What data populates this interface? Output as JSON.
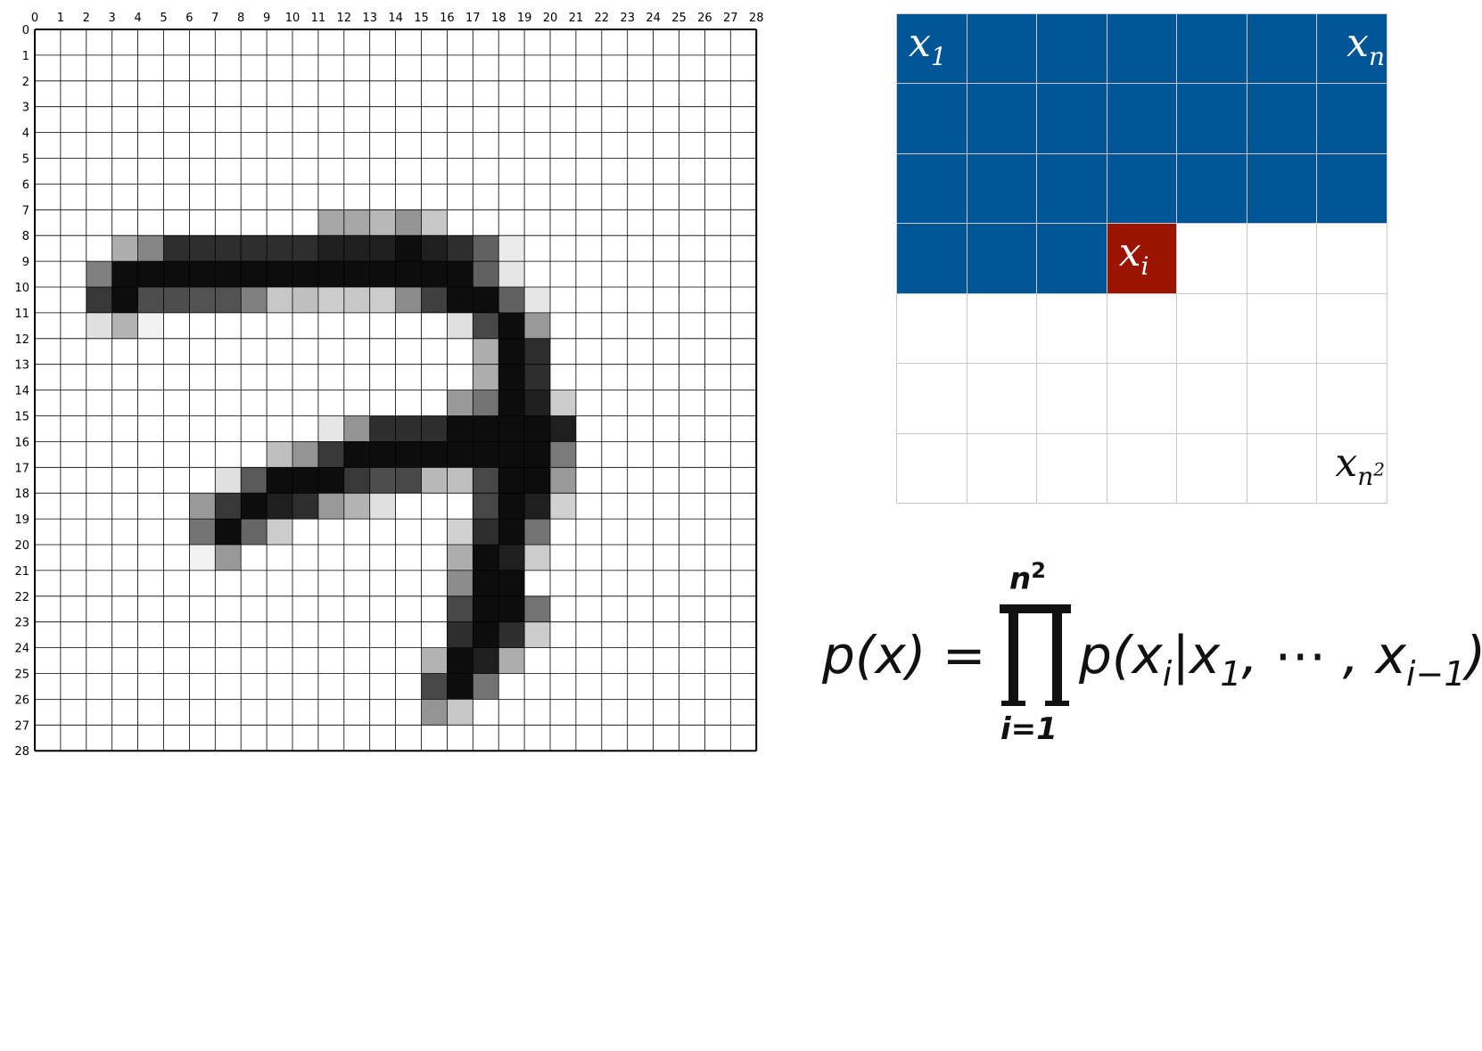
{
  "pixel_grid": {
    "x_ticks": [
      "0",
      "1",
      "2",
      "3",
      "4",
      "5",
      "6",
      "7",
      "8",
      "9",
      "10",
      "11",
      "12",
      "13",
      "14",
      "15",
      "16",
      "17",
      "18",
      "19",
      "20",
      "21",
      "22",
      "23",
      "24",
      "25",
      "26",
      "27",
      "28"
    ],
    "y_ticks": [
      "0",
      "1",
      "2",
      "3",
      "4",
      "5",
      "6",
      "7",
      "8",
      "9",
      "10",
      "11",
      "12",
      "13",
      "14",
      "15",
      "16",
      "17",
      "18",
      "19",
      "20",
      "21",
      "22",
      "23",
      "24",
      "25",
      "26",
      "27",
      "28"
    ],
    "pixels": [
      [
        7,
        11,
        0.35
      ],
      [
        7,
        12,
        0.35
      ],
      [
        7,
        13,
        0.28
      ],
      [
        7,
        14,
        0.42
      ],
      [
        7,
        15,
        0.22
      ],
      [
        8,
        3,
        0.32
      ],
      [
        8,
        4,
        0.48
      ],
      [
        8,
        5,
        0.82
      ],
      [
        8,
        6,
        0.82
      ],
      [
        8,
        7,
        0.82
      ],
      [
        8,
        8,
        0.82
      ],
      [
        8,
        9,
        0.82
      ],
      [
        8,
        10,
        0.82
      ],
      [
        8,
        11,
        0.88
      ],
      [
        8,
        12,
        0.88
      ],
      [
        8,
        13,
        0.88
      ],
      [
        8,
        14,
        0.95
      ],
      [
        8,
        15,
        0.88
      ],
      [
        8,
        16,
        0.82
      ],
      [
        8,
        17,
        0.62
      ],
      [
        8,
        18,
        0.08
      ],
      [
        9,
        2,
        0.5
      ],
      [
        9,
        3,
        0.95
      ],
      [
        9,
        4,
        0.95
      ],
      [
        9,
        5,
        0.95
      ],
      [
        9,
        6,
        0.95
      ],
      [
        9,
        7,
        0.95
      ],
      [
        9,
        8,
        0.95
      ],
      [
        9,
        9,
        0.95
      ],
      [
        9,
        10,
        0.95
      ],
      [
        9,
        11,
        0.95
      ],
      [
        9,
        12,
        0.95
      ],
      [
        9,
        13,
        0.95
      ],
      [
        9,
        14,
        0.95
      ],
      [
        9,
        15,
        0.95
      ],
      [
        9,
        16,
        0.95
      ],
      [
        9,
        17,
        0.62
      ],
      [
        9,
        18,
        0.1
      ],
      [
        10,
        2,
        0.78
      ],
      [
        10,
        3,
        0.95
      ],
      [
        10,
        4,
        0.7
      ],
      [
        10,
        5,
        0.7
      ],
      [
        10,
        6,
        0.68
      ],
      [
        10,
        7,
        0.68
      ],
      [
        10,
        8,
        0.5
      ],
      [
        10,
        9,
        0.22
      ],
      [
        10,
        10,
        0.25
      ],
      [
        10,
        11,
        0.2
      ],
      [
        10,
        12,
        0.22
      ],
      [
        10,
        13,
        0.2
      ],
      [
        10,
        14,
        0.45
      ],
      [
        10,
        15,
        0.75
      ],
      [
        10,
        16,
        0.95
      ],
      [
        10,
        17,
        0.95
      ],
      [
        10,
        18,
        0.62
      ],
      [
        10,
        19,
        0.1
      ],
      [
        11,
        2,
        0.12
      ],
      [
        11,
        3,
        0.3
      ],
      [
        11,
        4,
        0.05
      ],
      [
        11,
        16,
        0.12
      ],
      [
        11,
        17,
        0.72
      ],
      [
        11,
        18,
        0.95
      ],
      [
        11,
        19,
        0.4
      ],
      [
        12,
        17,
        0.32
      ],
      [
        12,
        18,
        0.95
      ],
      [
        12,
        19,
        0.82
      ],
      [
        13,
        17,
        0.32
      ],
      [
        13,
        18,
        0.95
      ],
      [
        13,
        19,
        0.82
      ],
      [
        14,
        16,
        0.4
      ],
      [
        14,
        17,
        0.55
      ],
      [
        14,
        18,
        0.95
      ],
      [
        14,
        19,
        0.88
      ],
      [
        14,
        20,
        0.2
      ],
      [
        15,
        11,
        0.1
      ],
      [
        15,
        12,
        0.42
      ],
      [
        15,
        13,
        0.82
      ],
      [
        15,
        14,
        0.82
      ],
      [
        15,
        15,
        0.82
      ],
      [
        15,
        16,
        0.95
      ],
      [
        15,
        17,
        0.95
      ],
      [
        15,
        18,
        0.95
      ],
      [
        15,
        19,
        0.95
      ],
      [
        15,
        20,
        0.88
      ],
      [
        16,
        9,
        0.25
      ],
      [
        16,
        10,
        0.42
      ],
      [
        16,
        11,
        0.78
      ],
      [
        16,
        12,
        0.95
      ],
      [
        16,
        13,
        0.95
      ],
      [
        16,
        14,
        0.95
      ],
      [
        16,
        15,
        0.95
      ],
      [
        16,
        16,
        0.95
      ],
      [
        16,
        17,
        0.95
      ],
      [
        16,
        18,
        0.95
      ],
      [
        16,
        19,
        0.95
      ],
      [
        16,
        20,
        0.52
      ],
      [
        17,
        7,
        0.12
      ],
      [
        17,
        8,
        0.65
      ],
      [
        17,
        9,
        0.95
      ],
      [
        17,
        10,
        0.95
      ],
      [
        17,
        11,
        0.95
      ],
      [
        17,
        12,
        0.78
      ],
      [
        17,
        13,
        0.7
      ],
      [
        17,
        14,
        0.72
      ],
      [
        17,
        15,
        0.28
      ],
      [
        17,
        16,
        0.25
      ],
      [
        17,
        17,
        0.72
      ],
      [
        17,
        18,
        0.95
      ],
      [
        17,
        19,
        0.95
      ],
      [
        17,
        20,
        0.4
      ],
      [
        18,
        6,
        0.4
      ],
      [
        18,
        7,
        0.78
      ],
      [
        18,
        8,
        0.95
      ],
      [
        18,
        9,
        0.88
      ],
      [
        18,
        10,
        0.82
      ],
      [
        18,
        11,
        0.4
      ],
      [
        18,
        12,
        0.3
      ],
      [
        18,
        13,
        0.12
      ],
      [
        18,
        17,
        0.72
      ],
      [
        18,
        18,
        0.95
      ],
      [
        18,
        19,
        0.88
      ],
      [
        18,
        20,
        0.18
      ],
      [
        19,
        6,
        0.55
      ],
      [
        19,
        7,
        0.95
      ],
      [
        19,
        8,
        0.6
      ],
      [
        19,
        9,
        0.2
      ],
      [
        19,
        16,
        0.18
      ],
      [
        19,
        17,
        0.82
      ],
      [
        19,
        18,
        0.95
      ],
      [
        19,
        19,
        0.55
      ],
      [
        20,
        6,
        0.05
      ],
      [
        20,
        7,
        0.4
      ],
      [
        20,
        16,
        0.32
      ],
      [
        20,
        17,
        0.95
      ],
      [
        20,
        18,
        0.88
      ],
      [
        20,
        19,
        0.2
      ],
      [
        21,
        16,
        0.45
      ],
      [
        21,
        17,
        0.95
      ],
      [
        21,
        18,
        0.95
      ],
      [
        22,
        16,
        0.72
      ],
      [
        22,
        17,
        0.95
      ],
      [
        22,
        18,
        0.95
      ],
      [
        22,
        19,
        0.55
      ],
      [
        23,
        16,
        0.82
      ],
      [
        23,
        17,
        0.95
      ],
      [
        23,
        18,
        0.82
      ],
      [
        23,
        19,
        0.2
      ],
      [
        24,
        15,
        0.3
      ],
      [
        24,
        16,
        0.95
      ],
      [
        24,
        17,
        0.88
      ],
      [
        24,
        18,
        0.32
      ],
      [
        25,
        15,
        0.72
      ],
      [
        25,
        16,
        0.95
      ],
      [
        25,
        17,
        0.55
      ],
      [
        26,
        15,
        0.42
      ],
      [
        26,
        16,
        0.22
      ]
    ]
  },
  "order_grid": {
    "cols": 7,
    "rows": 7,
    "filled_cells": 24,
    "current_index": 24,
    "colors": {
      "filled": "#005596",
      "current": "#9b1400",
      "empty": "#ffffff",
      "line": "#c9c9c9"
    },
    "labels": {
      "first": {
        "base": "x",
        "sub": "1"
      },
      "row_end": {
        "base": "x",
        "sub": "n"
      },
      "current": {
        "base": "x",
        "sub": "i"
      },
      "last": {
        "base": "x",
        "sub": "n",
        "sup": "2"
      }
    }
  },
  "formula": {
    "lhs": "p(x) =",
    "upper_base": "n",
    "upper_exp": "2",
    "lower": "i=1",
    "rhs_a": "p(x",
    "rhs_sub_i": "i",
    "rhs_b": "|x",
    "rhs_sub_1": "1",
    "rhs_c": ", ⋯ , x",
    "rhs_sub_im1": "i−1",
    "rhs_d": ")"
  }
}
